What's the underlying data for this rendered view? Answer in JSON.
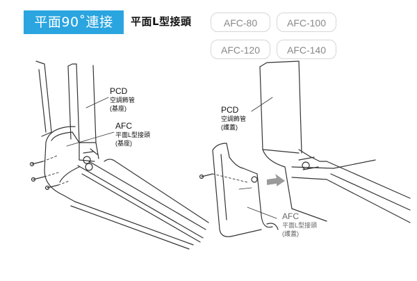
{
  "header": {
    "badge": "平面90˚連接",
    "subtitle": "平面L型接頭"
  },
  "models": [
    "AFC-80",
    "AFC-100",
    "AFC-120",
    "AFC-140"
  ],
  "left_figure": {
    "pcd": {
      "name": "PCD",
      "desc": "空調飾管",
      "note": "(基座)"
    },
    "afc": {
      "name": "AFC",
      "desc": "平面L型接頭",
      "note": "(基座)"
    }
  },
  "right_figure": {
    "pcd": {
      "name": "PCD",
      "desc": "空調飾管",
      "note": "(護蓋)"
    },
    "afc": {
      "name": "AFC",
      "desc": "平面L型接頭",
      "note": "(護蓋)"
    }
  },
  "colors": {
    "accent": "#2aa5e0",
    "line": "#333333",
    "arrow": "#9a9a9a"
  }
}
